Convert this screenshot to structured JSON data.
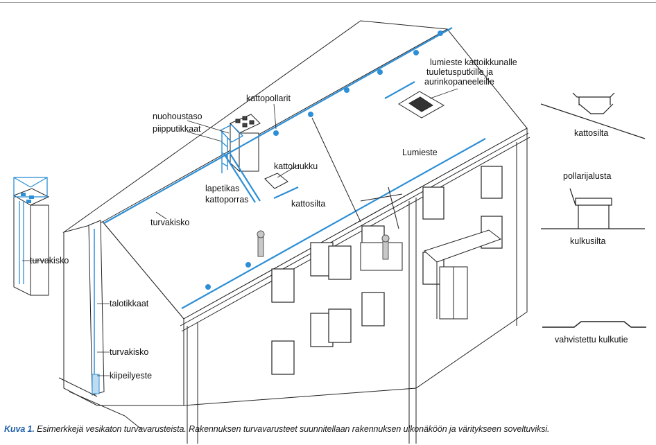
{
  "labels": {
    "kattopollarit": "kattopollarit",
    "nuohoustaso": "nuohoustaso",
    "piipputikkaat": "piipputikkaat",
    "lumieste_kattoikkunalle_1": "lumieste kattoikkunalle",
    "lumieste_kattoikkunalle_2": "tuuletusputkille ja",
    "lumieste_kattoikkunalle_3": "aurinkopaneeleille",
    "lumieste": "Lumieste",
    "kattoluukku": "kattoluukku",
    "lapetikas_1": "lapetikas",
    "lapetikas_2": "kattoporras",
    "kattosilta_main": "kattosilta",
    "turvakisko_roof": "turvakisko",
    "turvakisko_chimney": "turvakisko",
    "talotikkaat": "talotikkaat",
    "turvakisko_wall": "turvakisko",
    "kiipeilyeste": "kiipeilyeste",
    "detail_kattosilta": "kattosilta",
    "detail_pollarijalusta": "pollarijalusta",
    "detail_kulkusilta": "kulkusilta",
    "detail_vahvistettu": "vahvistettu kulkutie"
  },
  "caption": {
    "lead": "Kuva 1.",
    "text": " Esimerkkejä vesikaton turvavarusteista. Rakennuksen turvavarusteet suunnitellaan rakennuksen ulkonäköön ja väritykseen soveltuviksi."
  },
  "colors": {
    "equipment": "#2d8fd5",
    "line": "#222222",
    "caption_lead": "#1f5fa8"
  }
}
